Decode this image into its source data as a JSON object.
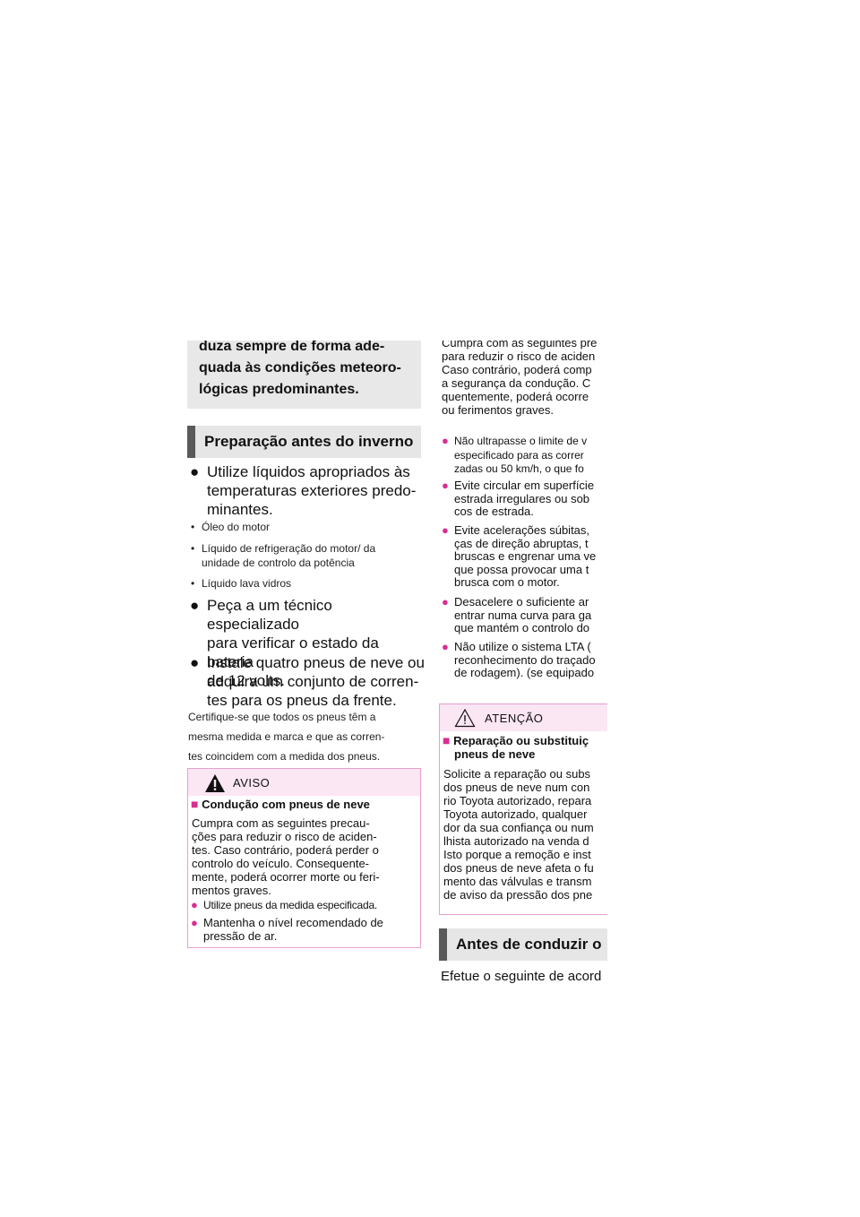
{
  "left": {
    "intro_lines": [
      "duza sempre de forma ade-",
      "quada às condições meteoro-",
      "lógicas predominantes."
    ],
    "section1_title": "Preparação antes do inverno",
    "bullet1": "Utilize líquidos apropriados às temperaturas exteriores predo-minantes.",
    "bullet1_lines": [
      "Utilize líquidos apropriados às",
      "temperaturas exteriores predo-",
      "minantes."
    ],
    "sub_items": [
      {
        "marker": "•",
        "lines": [
          "Óleo do motor"
        ]
      },
      {
        "marker": "•",
        "lines": [
          "Líquido de refrigeração do motor/ da",
          "unidade de controlo da potência"
        ]
      },
      {
        "marker": "•",
        "lines": [
          "Líquido lava vidros"
        ]
      }
    ],
    "bullet2_lines": [
      "Peça a um técnico especializado",
      "para verificar o estado da bateria",
      "de 12 volts."
    ],
    "bullet3_lines": [
      "Instale quatro pneus de neve ou",
      "adquira um conjunto de corren-",
      "tes para os pneus da frente."
    ],
    "note_lines": [
      "Certifique-se que todos os pneus têm a",
      "mesma medida e marca e que as corren-",
      "tes coincidem com a medida dos pneus."
    ],
    "aviso_box": {
      "title": "AVISO",
      "heading": "Condução com pneus de neve",
      "para_lines": [
        "Cumpra com as seguintes precau-",
        "ções para reduzir o risco de aciden-",
        "tes. Caso contrário, poderá perder o",
        "controlo do veículo. Consequente-",
        "mente, poderá ocorrer morte ou feri-",
        "mentos graves."
      ],
      "items": [
        {
          "lines": [
            "Utilize pneus da medida especificada."
          ]
        },
        {
          "lines": [
            "Mantenha o nível recomendado de",
            "pressão de ar."
          ]
        }
      ]
    }
  },
  "right": {
    "intro_lines": [
      "Cumpra com as seguintes pre",
      "para reduzir o risco de aciden",
      "Caso contrário, poderá comp",
      "a segurança da condução. C",
      "quentemente, poderá ocorre",
      "ou ferimentos graves."
    ],
    "items": [
      {
        "lines": [
          "Não ultrapasse o limite de v",
          "especificado para as correr",
          "zadas ou 50 km/h, o que fo"
        ]
      },
      {
        "lines": [
          "Evite circular em superfície",
          "estrada irregulares ou sob",
          "cos de estrada."
        ]
      },
      {
        "lines": [
          "Evite acelerações súbitas,",
          "ças de direção abruptas, t",
          "bruscas e engrenar uma ve",
          "que possa provocar uma t",
          "brusca com o motor."
        ]
      },
      {
        "lines": [
          "Desacelere o suficiente ar",
          "entrar numa curva para ga",
          "que mantém o controlo do"
        ]
      },
      {
        "lines": [
          "Não utilize o sistema LTA (",
          "reconhecimento do traçado",
          "de rodagem). (se equipado"
        ]
      }
    ],
    "atencao_box": {
      "title": "ATENÇÃO",
      "heading_lines": [
        "Reparação ou substituiç",
        "pneus de neve"
      ],
      "para_lines": [
        "Solicite a reparação ou subs",
        "dos pneus de neve num con",
        "rio Toyota autorizado, repara",
        "Toyota autorizado, qualquer",
        "dor da sua confiança ou num",
        "lhista autorizado na venda d",
        "Isto porque a remoção e inst",
        "dos pneus de neve afeta o fu",
        "mento das válvulas e transm",
        "de aviso da pressão dos pne"
      ]
    },
    "section2_title": "Antes de conduzir o",
    "footer_line": "Efetue o seguinte de acord"
  },
  "colors": {
    "accent_pink": "#d82e92",
    "box_band": "#fbe6f4",
    "section_bar": "#5a5a5a"
  },
  "icons": [
    "warning-triangle-icon",
    "bullet-dot-icon",
    "square-marker-icon",
    "circle-marker-icon"
  ]
}
